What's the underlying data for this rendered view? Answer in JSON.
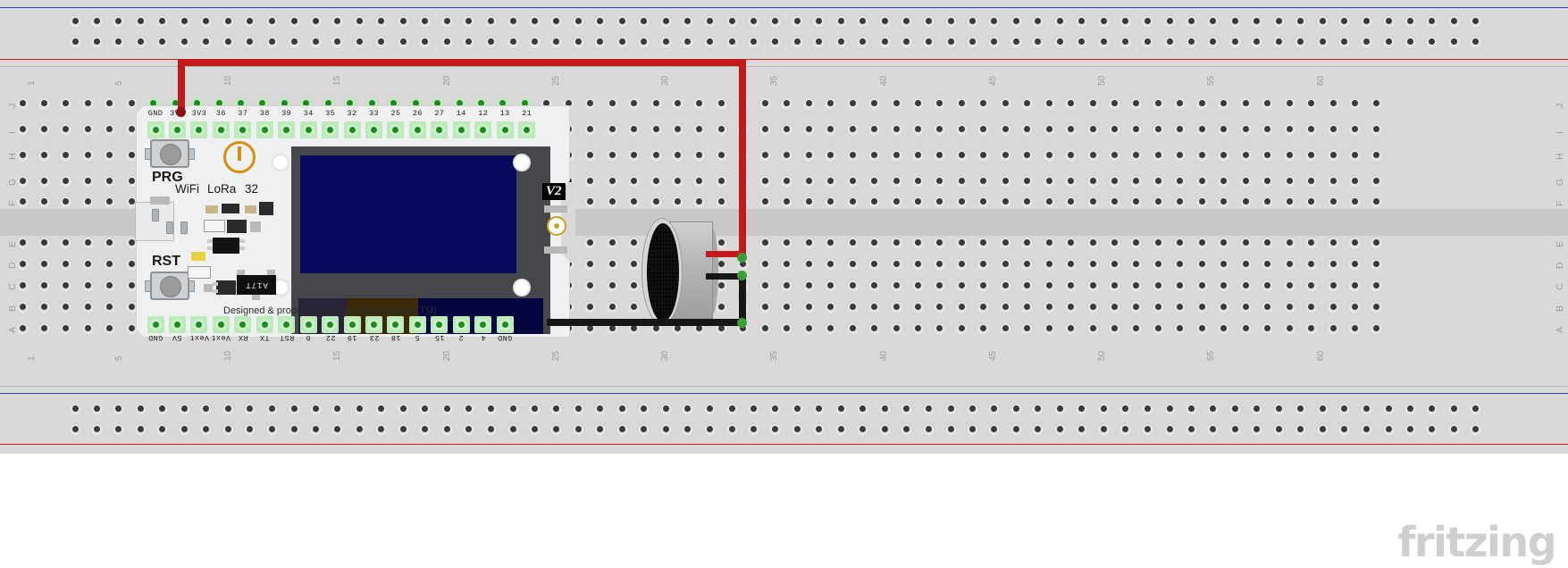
{
  "app": {
    "watermark": "fritzing",
    "canvas_background": "#ffffff"
  },
  "breadboard": {
    "name": "full-size-breadboard",
    "body_color": "#d9d9d9",
    "channel_color": "#c8c8c8",
    "power_rail_colors": {
      "positive": "#cf2020",
      "negative": "#2a3fc4"
    },
    "column_numbers": [
      "1",
      "5",
      "10",
      "15",
      "20",
      "25",
      "30",
      "35",
      "40",
      "45",
      "50",
      "55",
      "60"
    ],
    "row_letters_top": [
      "J",
      "I",
      "H",
      "G",
      "F"
    ],
    "row_letters_bottom": [
      "E",
      "D",
      "C",
      "B",
      "A"
    ],
    "columns": 63,
    "rail_hole_groups": 13
  },
  "board": {
    "name": "Heltec WiFi LoRa 32 V2",
    "silkscreen": {
      "prg_button": "PRG",
      "rst_button": "RST",
      "wifi": "WiFi",
      "lora": "LoRa",
      "thirtytwo": "32",
      "version_badge": "V2",
      "credit": "Designed & produced by Heltec Automation (TM)",
      "regulator_marking": "A17T"
    },
    "top_pins": [
      "GND",
      "3V3",
      "3V3",
      "36",
      "37",
      "38",
      "39",
      "34",
      "35",
      "32",
      "33",
      "25",
      "26",
      "27",
      "14",
      "12",
      "13",
      "21"
    ],
    "bottom_pins": [
      "GND",
      "5V",
      "Vext",
      "Vext",
      "RX",
      "TX",
      "RST",
      "0",
      "22",
      "19",
      "23",
      "18",
      "5",
      "15",
      "2",
      "4",
      "GND"
    ],
    "display": {
      "type": "OLED",
      "screen_color": "#08085c",
      "bezel_color": "#46474a"
    },
    "body_color": "#eef0f1"
  },
  "components": [
    {
      "name": "speaker",
      "label": "Speaker / Buzzer",
      "body_color": "#b5b5b5",
      "cone_color": "#2b2b2b"
    }
  ],
  "wires": [
    {
      "name": "power-wire",
      "color_name": "red",
      "color": "#c21a1a",
      "from": "3V3 (board top header)",
      "to": "speaker positive terminal",
      "routes_via": "top power rail region"
    },
    {
      "name": "ground-wire",
      "color_name": "black",
      "color": "#161616",
      "from": "GND (board bottom header)",
      "to": "speaker negative terminal"
    }
  ],
  "connection_markers": {
    "connected_color": "#3a9e3a",
    "pin_lit_color": "#1e8b1e"
  }
}
